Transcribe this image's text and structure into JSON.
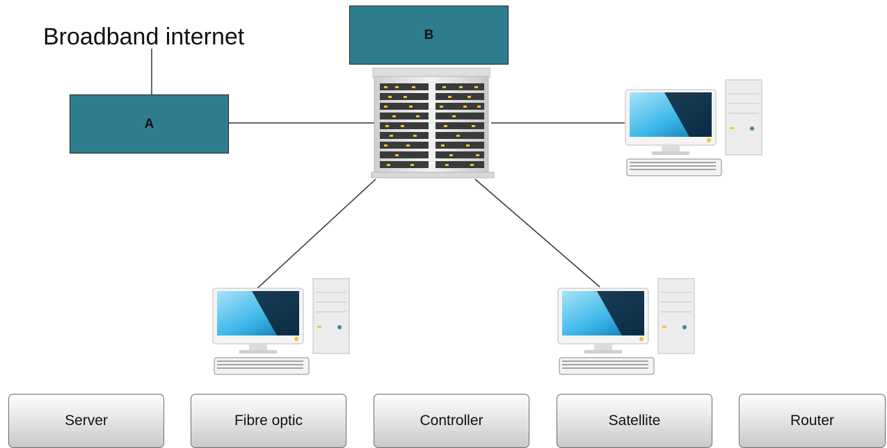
{
  "diagram": {
    "title": "Broadband internet",
    "drop_zones": [
      {
        "label": "A"
      },
      {
        "label": "B"
      }
    ],
    "devices": [
      {
        "icon": "server-rack-icon"
      },
      {
        "icon": "desktop-computer-icon"
      },
      {
        "icon": "desktop-computer-icon"
      },
      {
        "icon": "desktop-computer-icon"
      }
    ]
  },
  "options": [
    {
      "label": "Server"
    },
    {
      "label": "Fibre optic"
    },
    {
      "label": "Controller"
    },
    {
      "label": "Satellite"
    },
    {
      "label": "Router"
    }
  ],
  "colors": {
    "drop_zone": "#2e7d8f",
    "line": "#333333",
    "button_border": "#6a6a6a"
  }
}
